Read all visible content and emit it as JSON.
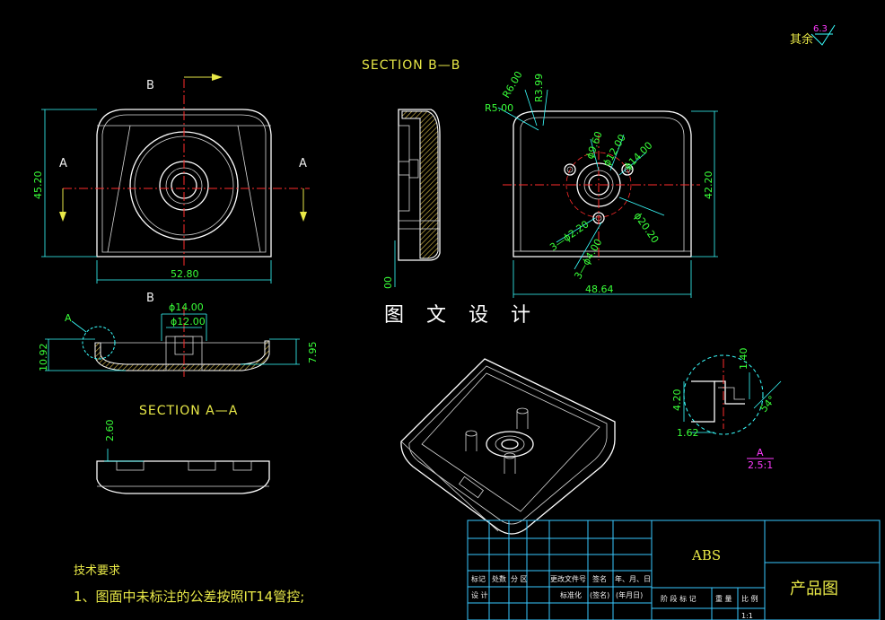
{
  "drawing": {
    "top_view": {
      "label_b_top": "B",
      "label_b_bottom": "B",
      "label_a_left": "A",
      "label_a_right": "A",
      "dim_height": "45.20",
      "dim_width": "52.80"
    },
    "section_aa": {
      "title": "SECTION  A—A",
      "detail_ref": "A",
      "dim_d14": "ϕ14.00",
      "dim_d12": "ϕ12.00",
      "dim_h_left": "10.92",
      "dim_h_right": "7.95",
      "dim_2_60": "2.60"
    },
    "section_bb": {
      "title": "SECTION  B—B",
      "dim_00": "00"
    },
    "back_view": {
      "r_6": "R6.00",
      "r_3_99": "R3.99",
      "r_5": "R5.00",
      "d_9_6": "ϕ9.60",
      "d_12": "ϕ12.00",
      "d_14": "ϕ14.00",
      "d_20_2": "ϕ20.20",
      "holes_2_2": "3—ϕ2.20",
      "holes_4": "3—ϕ4.00",
      "dim_height": "42.20",
      "dim_width": "48.64"
    },
    "detail_a": {
      "dim_1_40": "1.40",
      "dim_4_20": "4.20",
      "dim_1_62": "1.62",
      "dim_angle": "54°",
      "label": "A",
      "scale": "2.5:1"
    },
    "roughness": {
      "label": "其余",
      "value": "6.3"
    },
    "watermark": "图 文 设 计"
  },
  "notes": {
    "heading": "技术要求",
    "line1": "1、图面中未标注的公差按照IT14管控;"
  },
  "title_block": {
    "material": "ABS",
    "product": "产品图",
    "scale": "1:1",
    "row1": [
      "标记",
      "处数",
      "分 区",
      "更改文件号",
      "签名",
      "年、月、日"
    ],
    "row2": [
      "设 计",
      "",
      "",
      "标准化",
      "(签名)",
      "(年月日)"
    ],
    "stage_headers": [
      "阶 段 标 记",
      "重 量",
      "比 例"
    ]
  },
  "colors": {
    "outline": "#ffffff",
    "dimension": "#39ff39",
    "center_line": "#ff2b2b",
    "section_title": "#e8e847",
    "title_block": "#39c8ff",
    "magenta": "#ff3bff"
  }
}
